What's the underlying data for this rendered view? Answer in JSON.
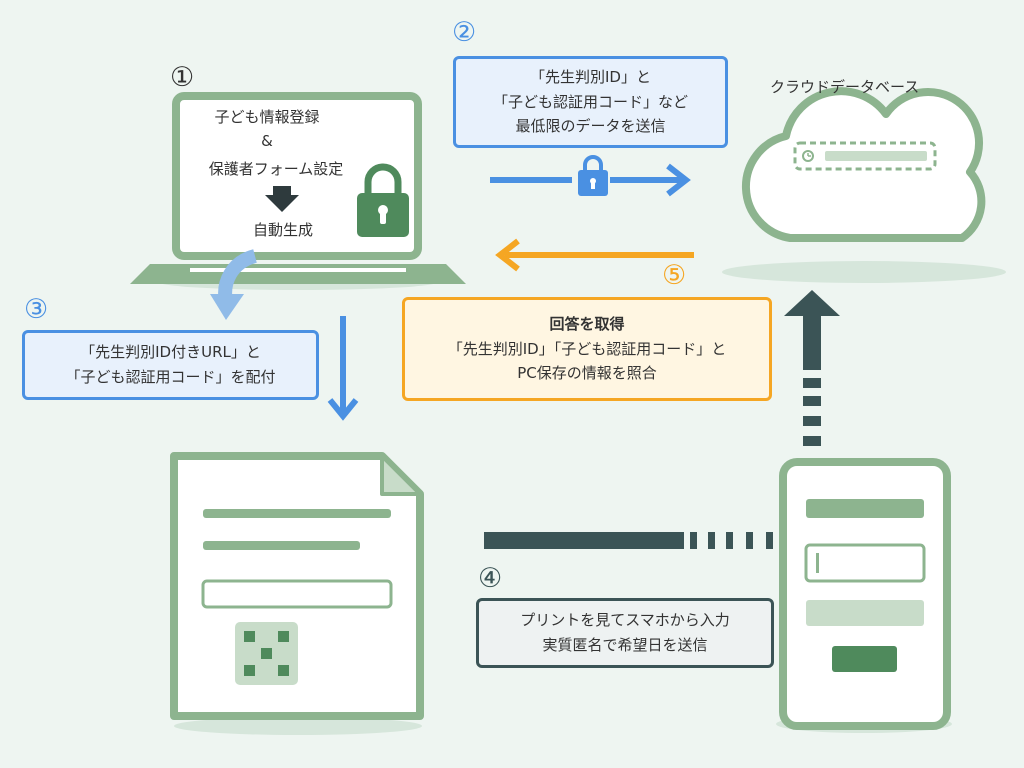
{
  "steps": {
    "s1": "①",
    "s2": "②",
    "s3": "③",
    "s4": "④",
    "s5": "⑤"
  },
  "laptop": {
    "line1": "子ども情報登録",
    "line2": "&",
    "line3": "保護者フォーム設定",
    "line4": "自動生成"
  },
  "step2_box": {
    "line1": "「先生判別ID」と",
    "line2": "「子ども認証用コード」など",
    "line3": "最低限のデータを送信"
  },
  "cloud": {
    "label": "クラウドデータベース"
  },
  "step3_box": {
    "line1": "「先生判別ID付きURL」と",
    "line2": "「子ども認証用コード」を配付"
  },
  "step5_box": {
    "title": "回答を取得",
    "line1": "「先生判別ID」「子ども認証用コード」と",
    "line2": "PC保存の情報を照合"
  },
  "step4_box": {
    "line1": "プリントを見てスマホから入力",
    "line2": "実質匿名で希望日を送信"
  },
  "colors": {
    "green": "#8db48f",
    "dark_green": "#4f8a5c",
    "blue": "#4a90e2",
    "orange": "#f5a623",
    "dark": "#3b5456",
    "background": "#eef5f1"
  }
}
